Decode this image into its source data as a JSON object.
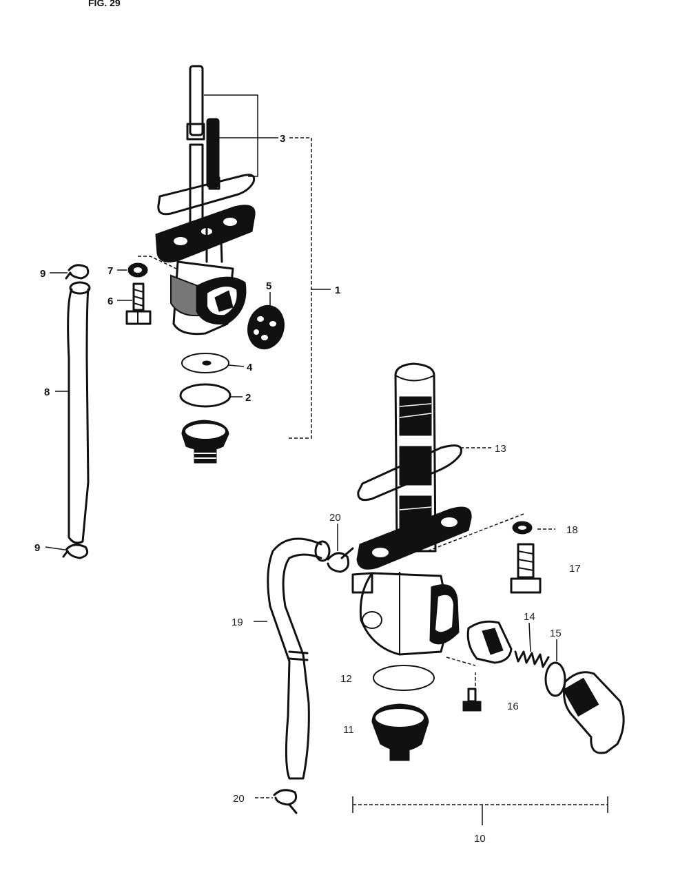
{
  "figure": {
    "title": "FIG. 29"
  },
  "labels": {
    "p1": "1",
    "p2": "2",
    "p3": "3",
    "p4": "4",
    "p5": "5",
    "p6": "6",
    "p7": "7",
    "p8": "8",
    "p9_top": "9",
    "p9_bottom": "9",
    "p10": "10",
    "p11": "11",
    "p12": "12",
    "p13": "13",
    "p14": "14",
    "p15": "15",
    "p16": "16",
    "p17": "17",
    "p18": "18",
    "p19": "19",
    "p20_top": "20",
    "p20_bottom": "20"
  },
  "colors": {
    "ink": "#111111",
    "paper": "#ffffff"
  }
}
